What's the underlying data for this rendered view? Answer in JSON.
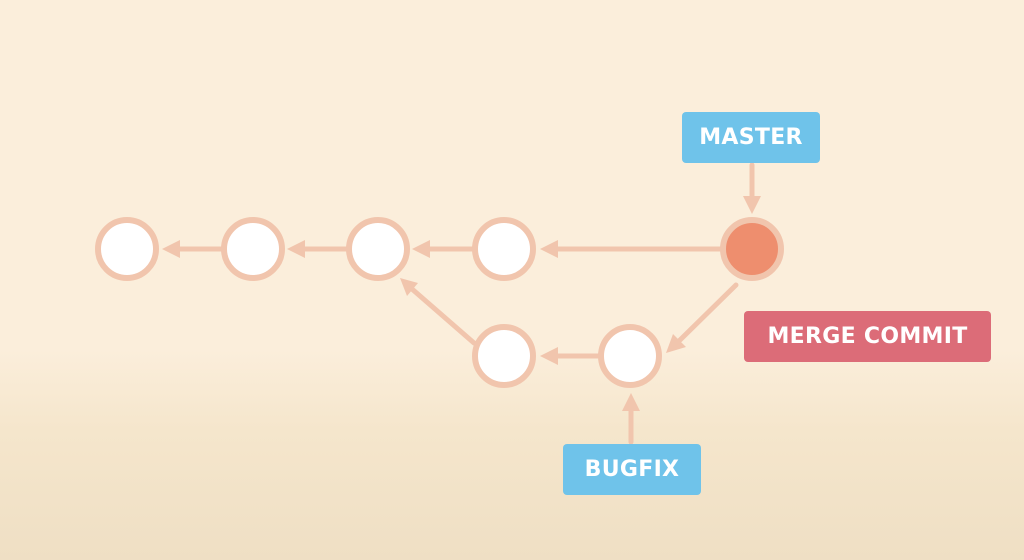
{
  "labels": {
    "master": "MASTER",
    "bugfix": "BUGFIX",
    "merge_commit": "MERGE COMMIT"
  },
  "colors": {
    "background": "#fbeedb",
    "commit_fill": "#ffffff",
    "commit_ring": "#f1c5ad",
    "merge_commit_fill": "#ee8e6e",
    "arrow": "#f1c5ad",
    "branch_tag": "#6fc3ea",
    "merge_tag": "#dc6c78"
  }
}
